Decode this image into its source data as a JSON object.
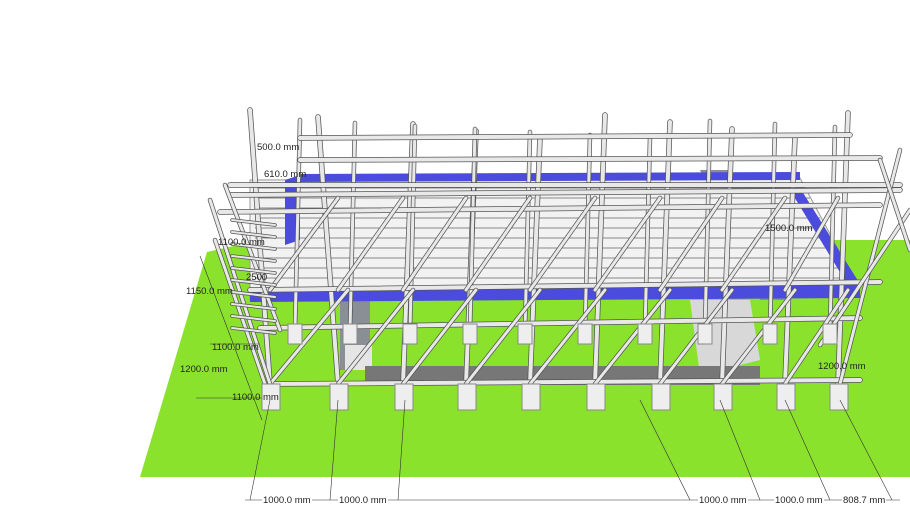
{
  "colors": {
    "ground": "#8be22c",
    "deck_band": "#4b4bdd",
    "tube": "#e8e8e8",
    "tube_outline": "#555555",
    "beam": "#8a8f96",
    "background": "#ffffff"
  },
  "dimensions": {
    "top_500": "500.0 mm",
    "top_610": "610.0 mm",
    "left_1100_upper": "1100.0 mm",
    "left_1150": "1150.0 mm",
    "left_2500": "2500",
    "left_1100_mid": "1100.0 mm",
    "left_1200": "1200.0 mm",
    "left_1100_low": "1100.0 mm",
    "right_1500": "1500.0 mm",
    "right_1200": "1200.0 mm",
    "bottom": [
      "1000.0 mm",
      "1000.0 mm",
      "1000.0 mm",
      "1000.0 mm",
      "808.7 mm"
    ]
  }
}
